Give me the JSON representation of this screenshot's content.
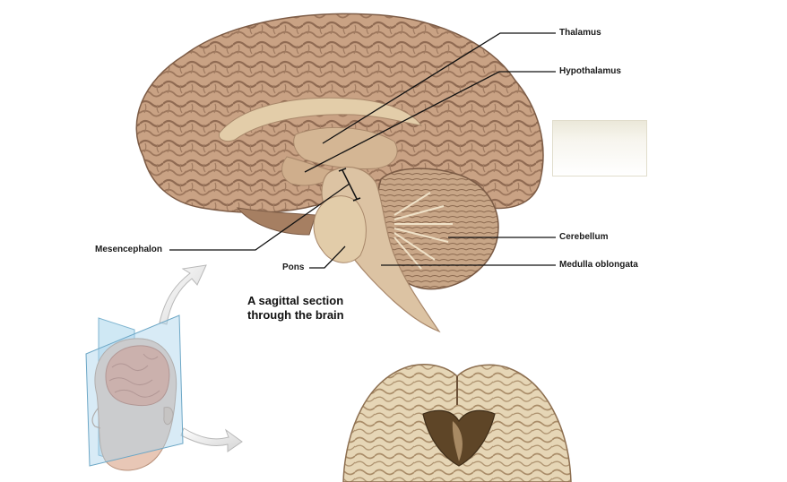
{
  "labels": {
    "thalamus": "Thalamus",
    "hypothalamus": "Hypothalamus",
    "cerebellum": "Cerebellum",
    "medulla": "Medulla oblongata",
    "mesencephalon": "Mesencephalon",
    "pons": "Pons"
  },
  "caption": {
    "line1": "A sagittal section",
    "line2": "through the brain"
  },
  "colors": {
    "brain_tissue": "#c9a284",
    "brain_dark": "#8f6a52",
    "section_tissue": "#dcc3a3",
    "plane_blue": "#bfe0f0",
    "head_skin": "#e8c7b6",
    "head_brain": "#e8957a",
    "leader_line": "#111111"
  }
}
